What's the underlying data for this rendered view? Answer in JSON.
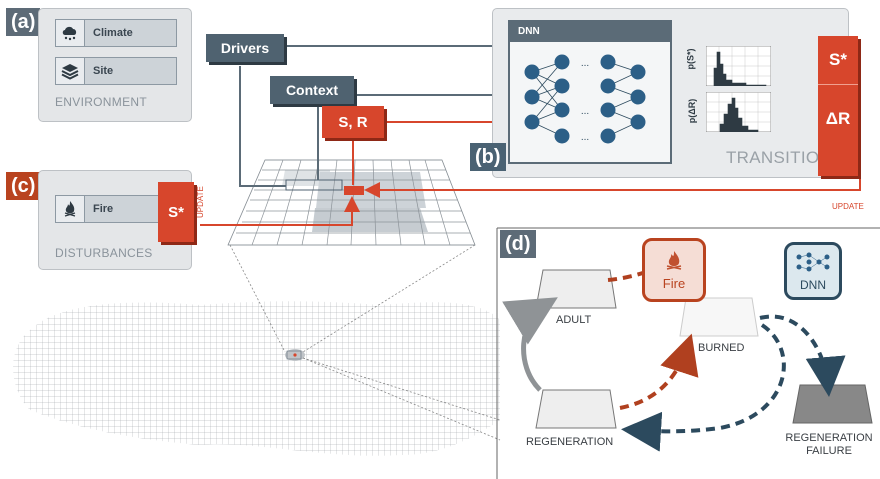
{
  "panels": {
    "a": "(a)",
    "b": "(b)",
    "c": "(c)",
    "d": "(d)"
  },
  "environment": {
    "items": [
      {
        "label": "Climate",
        "icon": "cloud-rain-icon"
      },
      {
        "label": "Site",
        "icon": "layers-icon"
      }
    ],
    "caption": "ENVIRONMENT"
  },
  "flow": {
    "drivers": "Drivers",
    "context": "Context",
    "state": "S, R"
  },
  "dnn_panel": {
    "title": "DNN",
    "caption": "TRANSITIONS",
    "output_top_label": "p(S*)",
    "output_bottom_label": "p(ΔR)",
    "result_top": "S*",
    "result_bottom": "ΔR",
    "ellipsis": "..."
  },
  "update_labels": {
    "right": "UPDATE",
    "left": "UPDATE"
  },
  "disturbances": {
    "items": [
      {
        "label": "Fire",
        "icon": "fire-icon"
      }
    ],
    "caption": "DISTURBANCES",
    "state_box": "S*"
  },
  "state_diagram": {
    "fire_label": "Fire",
    "dnn_label": "DNN",
    "states": {
      "adult": "ADULT",
      "burned": "BURNED",
      "regeneration": "REGENERATION",
      "failure_line1": "REGENERATION",
      "failure_line2": "FAILURE"
    }
  },
  "colors": {
    "dark_slate": "#4f6270",
    "accent_red": "#d7462c",
    "panel_grey": "#e4e6e8",
    "arrow_dark": "#2c4a5e",
    "arrow_grey": "#8f9396"
  }
}
